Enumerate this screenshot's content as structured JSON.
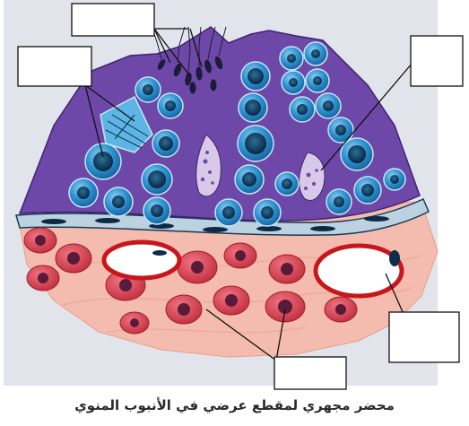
{
  "figure": {
    "caption": "محضر مجهري لمقطع عرضي في الأنبوب المنوي"
  },
  "label_boxes": [
    {
      "id": "top-left",
      "text": ""
    },
    {
      "id": "upper-left",
      "text": ""
    },
    {
      "id": "upper-right",
      "text": ""
    },
    {
      "id": "lower-right",
      "text": ""
    },
    {
      "id": "bottom-center",
      "text": ""
    }
  ],
  "colors": {
    "lumen_background": "#e2e4ec",
    "tubule_purple": "#6e48a8",
    "cell_blue": "#2a8fcf",
    "nucleus_dark": "#0d3e63",
    "connective_pink": "#f3b7a6",
    "interstitial_red": "#d43f4f",
    "vessel_red": "#c7161c"
  }
}
